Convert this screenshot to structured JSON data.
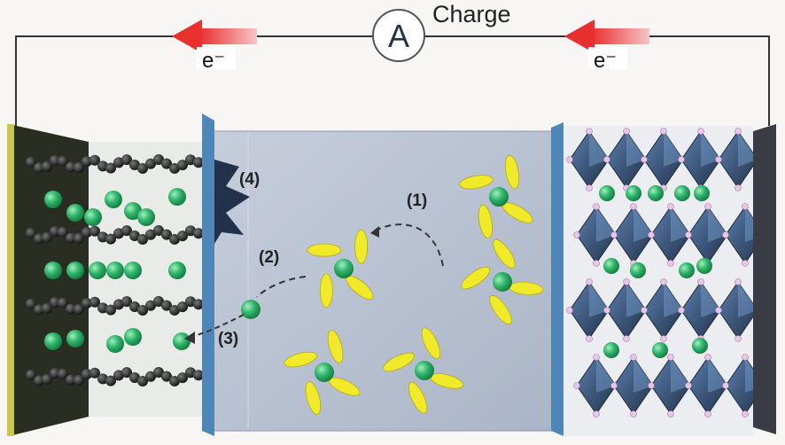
{
  "title": "Charge",
  "ammeter_label": "A",
  "electron_left": "e⁻",
  "electron_right": "e⁻",
  "steps": {
    "s1": "(1)",
    "s2": "(2)",
    "s3": "(3)",
    "s4": "(4)"
  },
  "colors": {
    "lithium": "#2fb36a",
    "solvent": "#f1ea2a",
    "separator": "#4f86b8",
    "electrolyte": "#c3ccda",
    "arrow": "#e8302f",
    "octahedron": "#3c5a80"
  }
}
